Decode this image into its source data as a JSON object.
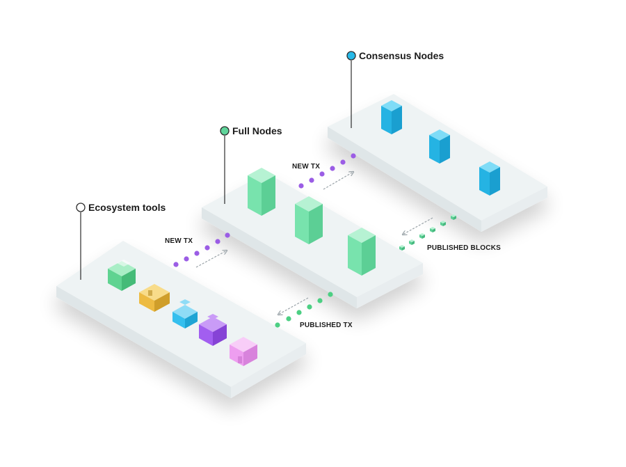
{
  "layers": {
    "ecosystem": {
      "label": "Ecosystem tools",
      "dot_color": "#ffffff"
    },
    "full": {
      "label": "Full Nodes",
      "dot_color": "#5fd49a"
    },
    "consensus": {
      "label": "Consensus Nodes",
      "dot_color": "#27b9e8"
    }
  },
  "flows": {
    "new_tx_lower": "NEW TX",
    "new_tx_upper": "NEW TX",
    "published_tx": "PUBLISHED TX",
    "published_blocks": "PUBLISHED BLOCKS"
  },
  "colors": {
    "platform_top": "#eef3f4",
    "platform_side": "#e1e7e9",
    "tx_dot": "#9b5de5",
    "published_dot": "#4ccf83",
    "full_node": "#6ee2a8",
    "consensus_node": "#2fc0ee",
    "tool_green": "#64d995",
    "tool_yellow": "#eebd46",
    "tool_blue": "#3cc2ee",
    "tool_purple": "#a25ef0",
    "tool_pink": "#f0a2f2"
  }
}
